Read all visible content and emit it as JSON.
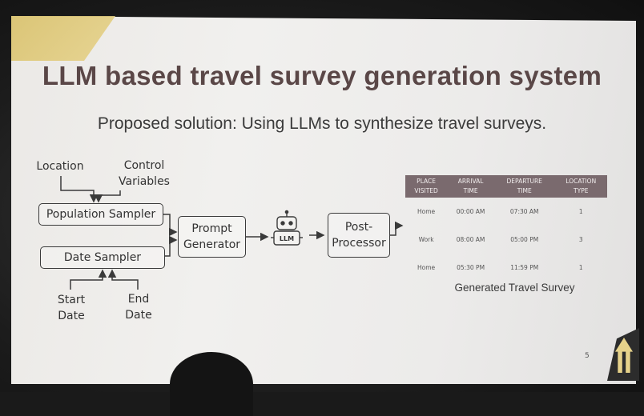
{
  "slide": {
    "title": "LLM based travel survey generation system",
    "subtitle": "Proposed solution: Using LLMs to synthesize travel surveys.",
    "page_number": "5"
  },
  "diagram": {
    "inputs_top": {
      "location": "Location",
      "control_line1": "Control",
      "control_line2": "Variables"
    },
    "population_sampler": "Population Sampler",
    "date_sampler": "Date Sampler",
    "prompt_line1": "Prompt",
    "prompt_line2": "Generator",
    "llm_label": "LLM",
    "post_line1": "Post-",
    "post_line2": "Processor",
    "inputs_bottom": {
      "start_line1": "Start",
      "start_line2": "Date",
      "end_line1": "End",
      "end_line2": "Date"
    }
  },
  "survey": {
    "headers": [
      [
        "PLACE",
        "VISITED"
      ],
      [
        "ARRIVAL",
        "TIME"
      ],
      [
        "DEPARTURE",
        "TIME"
      ],
      [
        "LOCATION",
        "TYPE"
      ]
    ],
    "rows": [
      [
        "Home",
        "00:00 AM",
        "07:30 AM",
        "1"
      ],
      [
        "Work",
        "08:00 AM",
        "05:00 PM",
        "3"
      ],
      [
        "Home",
        "05:30 PM",
        "11:59 PM",
        "1"
      ]
    ],
    "caption": "Generated Travel Survey"
  },
  "colors": {
    "title": "#5a4747",
    "table_header": "#7a6a6e",
    "accent": "#d9c16a"
  }
}
